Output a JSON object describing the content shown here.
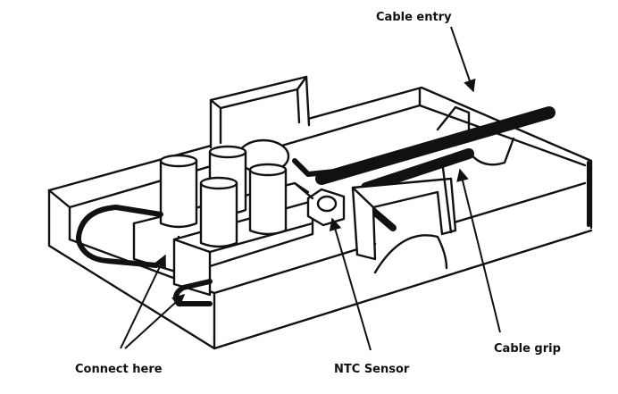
{
  "diagram": {
    "labels": {
      "cable_entry": "Cable entry",
      "connect_here": "Connect here",
      "ntc_sensor": "NTC Sensor",
      "cable_grip": "Cable grip"
    }
  },
  "colors": {
    "line": "#111111",
    "background": "#ffffff"
  }
}
